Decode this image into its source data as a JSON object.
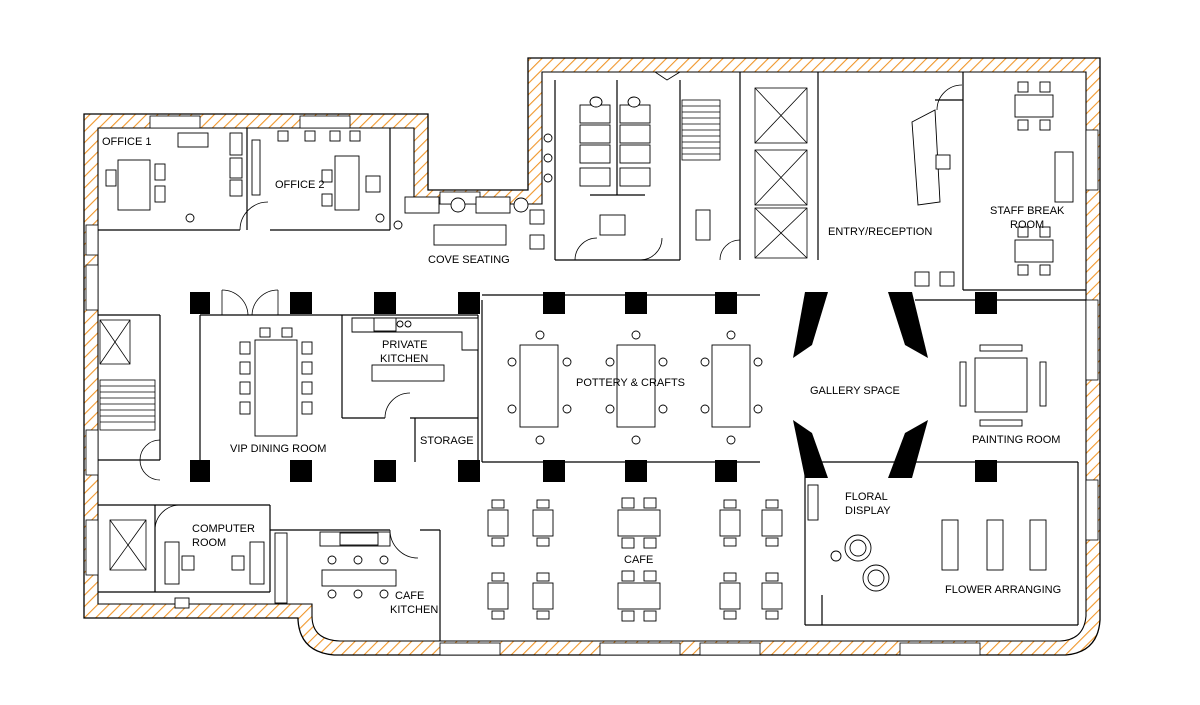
{
  "labels": {
    "office1": "OFFICE 1",
    "office2": "OFFICE 2",
    "cove": "COVE SEATING",
    "entry": "ENTRY/RECEPTION",
    "staff1": "STAFF BREAK",
    "staff2": "ROOM",
    "privk1": "PRIVATE",
    "privk2": "KITCHEN",
    "vip": "VIP DINING ROOM",
    "storage": "STORAGE",
    "pottery": "POTTERY & CRAFTS",
    "gallery": "GALLERY SPACE",
    "painting": "PAINTING ROOM",
    "floral1": "FLORAL",
    "floral2": "DISPLAY",
    "computer1": "COMPUTER",
    "computer2": "ROOM",
    "cafe": "CAFE",
    "cafek1": "CAFE",
    "cafek2": "KITCHEN",
    "flower": "FLOWER ARRANGING"
  },
  "colors": {
    "hatch": "#f0962a",
    "wall": "#000000",
    "background": "#ffffff"
  }
}
